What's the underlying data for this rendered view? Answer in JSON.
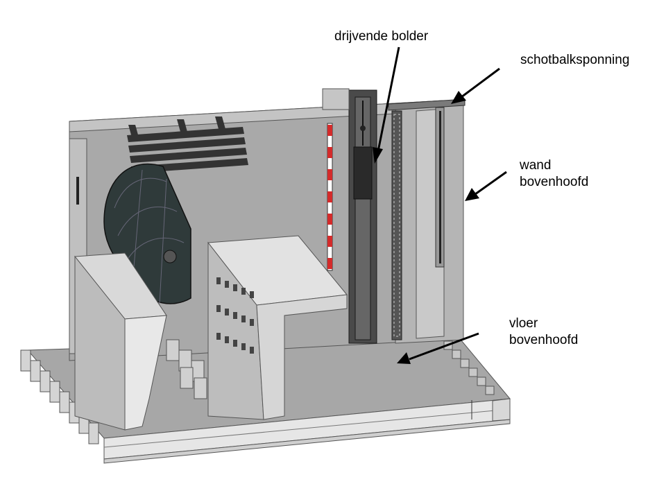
{
  "labels": {
    "floating_bollard": "drijvende bolder",
    "stoplog_recess": "schotbalksponning",
    "wall_line1": "wand",
    "wall_line2": "bovenhoofd",
    "floor_line1": "vloer",
    "floor_line2": "bovenhoofd"
  },
  "colors": {
    "concrete_light": "#e3e3e3",
    "concrete_mid": "#bdbdbd",
    "concrete_dark": "#8c8c8c",
    "gate_panel": "#2f3a3a",
    "steel_dark": "#3a3a3a",
    "marker_red": "#d42a2a"
  }
}
